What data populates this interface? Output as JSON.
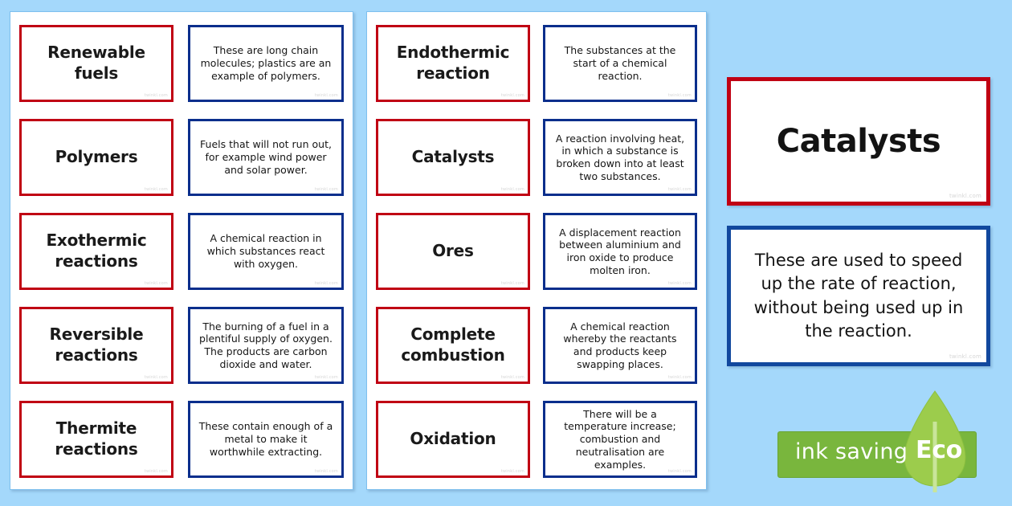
{
  "background_color": "#a4d8fb",
  "colors": {
    "term_border": "#c00013",
    "definition_border": "#0a2e8c",
    "preview_term_border": "#c00013",
    "preview_definition_border": "#11489e",
    "eco_green": "#79b63d",
    "eco_leaf_light": "#9ccc4c"
  },
  "watermark": "twinkl.com",
  "sheets": [
    {
      "name": "sheet-1",
      "rows": [
        {
          "term": "Renewable fuels",
          "definition": "These are long chain molecules; plastics are an example of polymers."
        },
        {
          "term": "Polymers",
          "definition": "Fuels that will not run out, for example wind power and solar power."
        },
        {
          "term": "Exothermic reactions",
          "definition": "A chemical reaction in which substances react with oxygen."
        },
        {
          "term": "Reversible reactions",
          "definition": "The burning of a fuel in a plentiful supply of oxygen. The products are carbon dioxide and water."
        },
        {
          "term": "Thermite reactions",
          "definition": "These contain enough of a metal to make it worthwhile extracting."
        }
      ]
    },
    {
      "name": "sheet-2",
      "rows": [
        {
          "term": "Endothermic reaction",
          "definition": "The substances at the start of a chemical reaction."
        },
        {
          "term": "Catalysts",
          "definition": "A reaction involving heat, in which a substance is broken down into at least two substances."
        },
        {
          "term": "Ores",
          "definition": "A displacement reaction between aluminium and iron oxide to produce molten iron."
        },
        {
          "term": "Complete combustion",
          "definition": "A chemical reaction whereby the reactants and products keep swapping places."
        },
        {
          "term": "Oxidation",
          "definition": "There will be a temperature increase; combustion and neutralisation are examples."
        }
      ]
    }
  ],
  "preview": {
    "term": "Catalysts",
    "definition": "These are used to speed up the rate of reaction, without being used up in the reaction."
  },
  "eco_badge": {
    "bar_label": "ink saving",
    "leaf_label": "Eco"
  }
}
